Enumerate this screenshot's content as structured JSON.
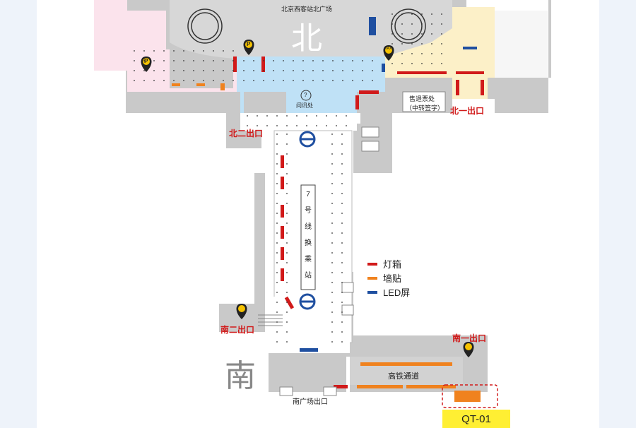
{
  "map": {
    "plaza_label": "北京西客站北广场",
    "north_char": "北",
    "south_char": "南",
    "info_desk": "问讯处",
    "ticket_office": "售退票处",
    "ticket_office_sub": "（中转签字）",
    "exits": {
      "north_one": "北一出口",
      "north_two": "北二出口",
      "south_one": "南一出口",
      "south_two": "南二出口",
      "south_plaza": "南广场出口"
    },
    "corridor_label": "高铁通道",
    "line_station": "7号线换乘站",
    "taxi_sign": "TAXI",
    "parking_letter": "P",
    "info_symbol": "?"
  },
  "legend": [
    {
      "label": "灯箱",
      "color": "#d11a1a"
    },
    {
      "label": "墙贴",
      "color": "#f0821e"
    },
    {
      "label": "LED屏",
      "color": "#1f4fa0"
    }
  ],
  "tag": "QT-01",
  "colors": {
    "red": "#d11a1a",
    "orange": "#f0821e",
    "blue": "#1f4fa0",
    "hall": "#bfe1f6",
    "pink": "#fbe3ec",
    "cream": "#fcf0c8",
    "gray": "#c9c9c9"
  }
}
